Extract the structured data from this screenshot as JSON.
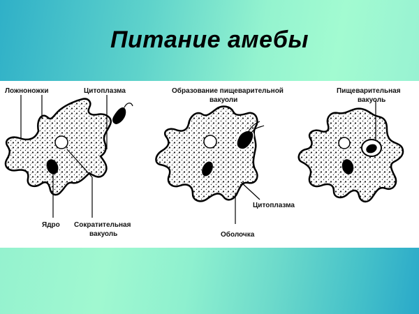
{
  "slide": {
    "title": "Питание амебы",
    "colors": {
      "gradient_teal": "#2fb0c8",
      "gradient_mint": "#a2fbd1",
      "panel_bg": "#ffffff",
      "ink": "#000000"
    }
  },
  "diagram": {
    "figure1": {
      "labels": {
        "pseudopods": "Ложноножки",
        "cytoplasm": "Цитоплазма",
        "nucleus": "Ядро",
        "contractile_vacuole_line1": "Сократительная",
        "contractile_vacuole_line2": "вакуоль"
      }
    },
    "figure2": {
      "labels": {
        "formation_line1": "Образование пищеварительной",
        "formation_line2": "вакуоли",
        "cytoplasm": "Цитоплазма",
        "membrane": "Оболочка"
      }
    },
    "figure3": {
      "labels": {
        "digestive_vacuole_line1": "Пищеварительная",
        "digestive_vacuole_line2": "вакуоль"
      }
    }
  }
}
